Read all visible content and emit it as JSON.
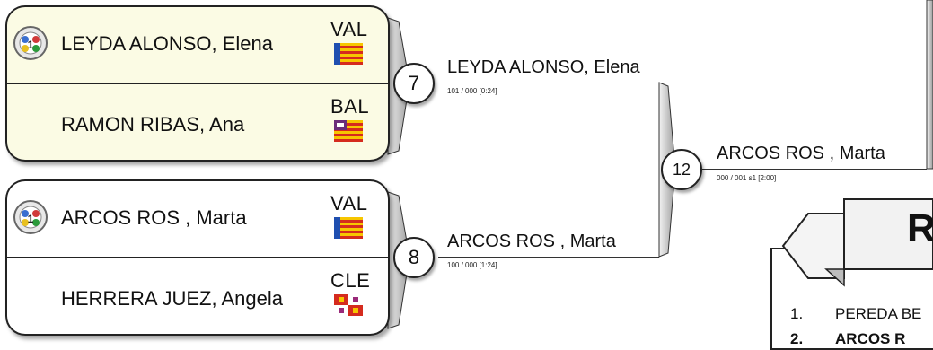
{
  "matches": {
    "m7": {
      "number": "7",
      "athlete1": {
        "name": "LEYDA ALONSO, Elena",
        "team": "VAL"
      },
      "athlete2": {
        "name": "RAMON RIBAS, Ana",
        "team": "BAL"
      },
      "winner": "LEYDA ALONSO, Elena",
      "score": "101  / 000  [0:24]"
    },
    "m8": {
      "number": "8",
      "athlete1": {
        "name": "ARCOS ROS , Marta",
        "team": "VAL"
      },
      "athlete2": {
        "name": "HERRERA JUEZ, Angela",
        "team": "CLE"
      },
      "winner": "ARCOS ROS , Marta",
      "score": "100  / 000  [1:24]"
    },
    "m12": {
      "number": "12",
      "winner": "ARCOS ROS , Marta",
      "score": "000  / 001 s1 [2:00]"
    }
  },
  "results": {
    "banner_letter": "R",
    "items": [
      {
        "rank": "1.",
        "name": "PEREDA BE"
      },
      {
        "rank": "2.",
        "name": "ARCOS R"
      }
    ]
  },
  "colors": {
    "card_yellow": "#fbfbe4",
    "border": "#222222",
    "flag_red": "#d52b1e",
    "flag_yellow": "#f7c600"
  }
}
